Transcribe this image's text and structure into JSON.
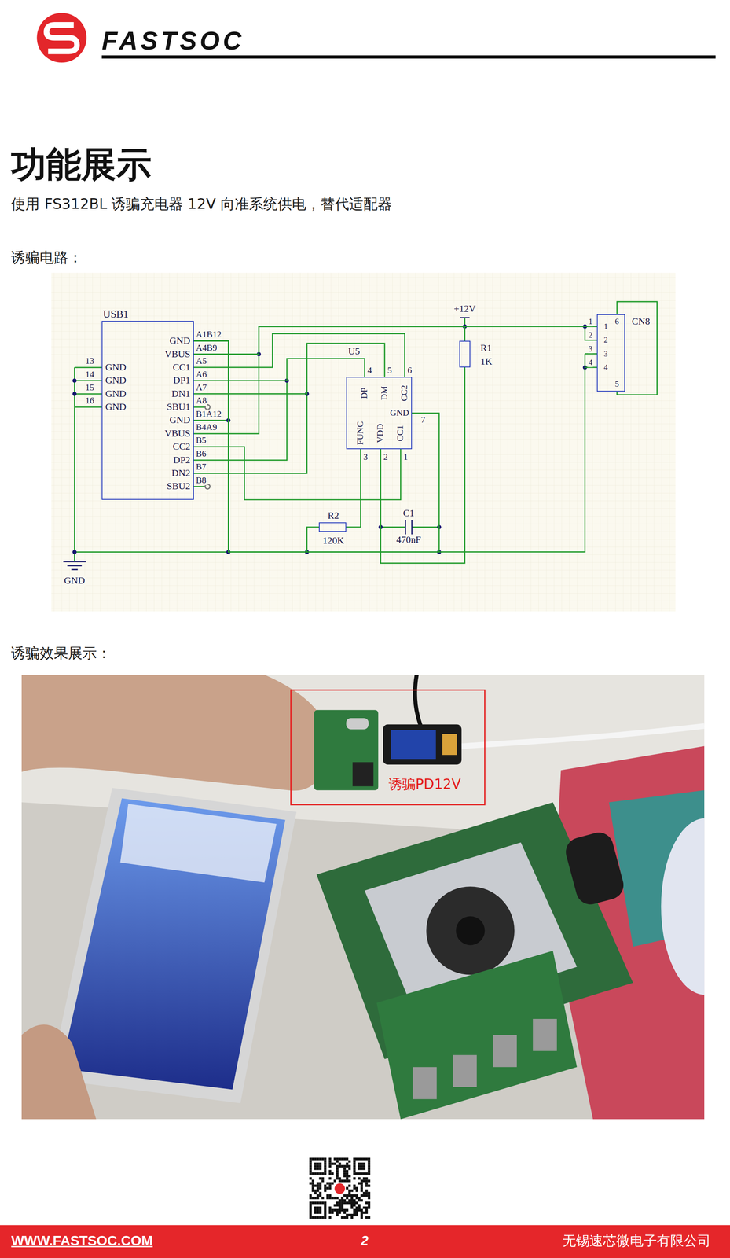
{
  "diagram": {
    "title": "功能展示",
    "nodes": [
      {
        "text": [
          "USB1"
        ]
      },
      {
        "text": [
          "U5"
        ]
      },
      {
        "text": [
          "R1",
          "1K"
        ]
      },
      {
        "text": [
          "R2",
          "120K"
        ]
      },
      {
        "text": [
          "CN8"
        ]
      }
    ],
    "edges": [
      {
        "from": 0,
        "to": 4,
        "arrow": "none"
      },
      {
        "from": 0,
        "to": 2,
        "arrow": "none"
      },
      {
        "from": 0,
        "to": 1,
        "arrow": "none"
      },
      {
        "from": 0,
        "to": 1,
        "arrow": "none"
      },
      {
        "from": 0,
        "to": 1,
        "arrow": "none"
      },
      {
        "from": 0,
        "to": 1,
        "arrow": "none"
      },
      {
        "from": 0,
        "to": 3,
        "arrow": "none"
      },
      {
        "from": 0,
        "to": 4,
        "arrow": "none"
      },
      {
        "from": 0,
        "to": 1,
        "arrow": "none"
      },
      {
        "from": 2,
        "to": 1,
        "arrow": "none"
      },
      {
        "from": 3,
        "to": 1,
        "arrow": "none"
      }
    ],
    "labels": [
      "FASTSOC",
      "使用 FS312BL 诱骗充电器 12V 向准系统供电，替代适配器",
      "诱骗电路：",
      "+12V",
      "GND",
      "13",
      "14",
      "15",
      "16",
      "GND",
      "GND",
      "GND",
      "GND",
      "GND",
      "VBUS",
      "CC1",
      "DP1",
      "DN1",
      "SBU1",
      "GND",
      "VBUS",
      "CC2",
      "DP2",
      "DN2",
      "SBU2",
      "A1B12",
      "A4B9",
      "A5",
      "A6",
      "A7",
      "A8",
      "B1A12",
      "B4A9",
      "B5",
      "B6",
      "B7",
      "B8",
      "DP",
      "DM",
      "CC2",
      "GND",
      "FUNC",
      "VDD",
      "CC1",
      "4",
      "5",
      "6",
      "7",
      "3",
      "2",
      "1",
      "C1",
      "470nF",
      "1",
      "2",
      "3",
      "4",
      "6",
      "1",
      "2",
      "3",
      "4",
      "5",
      "诱骗效果展示：",
      "诱骗PD12V",
      "WWW.FASTSOC.COM",
      "2",
      "无锡速芯微电子有限公司"
    ]
  }
}
